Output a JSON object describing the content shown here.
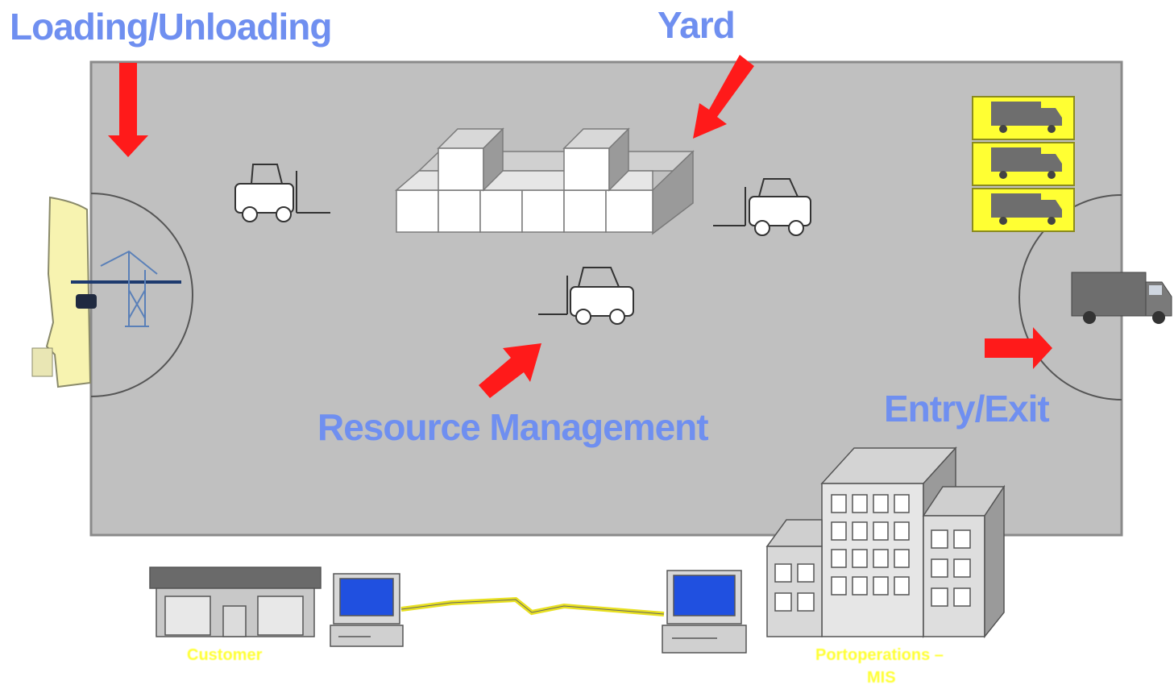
{
  "labels": {
    "loading": "Loading/Unloading",
    "yard": "Yard",
    "resource": "Resource Management",
    "entry": "Entry/Exit",
    "customer": "Customer",
    "port_line1": "Portoperations –",
    "port_line2": "MIS"
  },
  "colors": {
    "label_blue": "#6f8ff0",
    "arrow_red": "#ff1a1a",
    "yard_gray": "#c0c0c0",
    "truck_bay_yellow": "#ffff33",
    "link_yellow": "#e8e020"
  },
  "icons": [
    "ship-icon",
    "crane-icon",
    "forklift-icon",
    "container-stack-icon",
    "truck-icon",
    "customer-building-icon",
    "computer-icon",
    "office-building-icon",
    "lightning-link-icon",
    "arrow-icon"
  ]
}
